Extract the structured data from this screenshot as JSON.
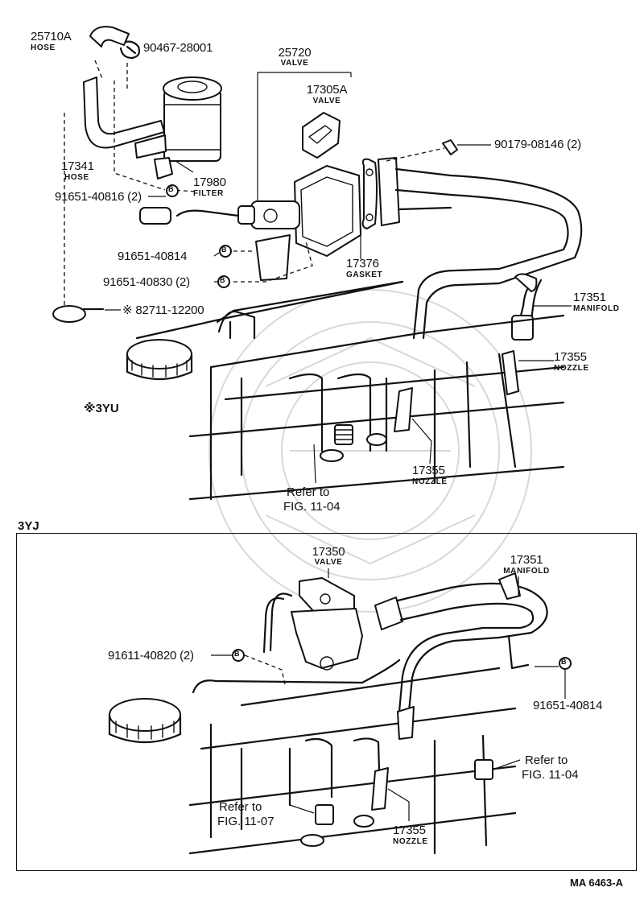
{
  "top_labels": {
    "p25710a": {
      "part": "25710A",
      "name": "HOSE"
    },
    "p90467": {
      "part": "90467-28001"
    },
    "p25720": {
      "part": "25720",
      "name": "VALVE"
    },
    "p17305a": {
      "part": "17305A",
      "name": "VALVE"
    },
    "p17341": {
      "part": "17341",
      "name": "HOSE"
    },
    "p17980": {
      "part": "17980",
      "name": "FILTER"
    },
    "p90179": {
      "part": "90179-08146 (2)"
    },
    "p91651_40816": {
      "part": "91651-40816 (2)"
    },
    "p91651_40814": {
      "part": "91651-40814"
    },
    "p91651_40830": {
      "part": "91651-40830 (2)"
    },
    "p17376": {
      "part": "17376",
      "name": "GASKET"
    },
    "p17351": {
      "part": "17351",
      "name": "MANIFOLD"
    },
    "p82711": {
      "part": "※ 82711-12200"
    },
    "p17355a": {
      "part": "17355",
      "name": "NOZZLE"
    },
    "p17355b": {
      "part": "17355",
      "name": "NOZZLE"
    },
    "variant_3yu": "※3YU",
    "ref_1104": {
      "line1": "Refer to",
      "line2": "FIG. 11-04"
    }
  },
  "bottom_section": {
    "title": "3YJ",
    "p17350": {
      "part": "17350",
      "name": "VALVE"
    },
    "p17351": {
      "part": "17351",
      "name": "MANIFOLD"
    },
    "p91611": {
      "part": "91611-40820 (2)"
    },
    "p91651": {
      "part": "91651-40814"
    },
    "ref_1104": {
      "line1": "Refer to",
      "line2": "FIG. 11-04"
    },
    "ref_1107": {
      "line1": "Refer to",
      "line2": "FIG. 11-07"
    },
    "p17355": {
      "part": "17355",
      "name": "NOZZLE"
    }
  },
  "bolt_symbol": "B",
  "footer": {
    "code": "MA  6463-A"
  }
}
